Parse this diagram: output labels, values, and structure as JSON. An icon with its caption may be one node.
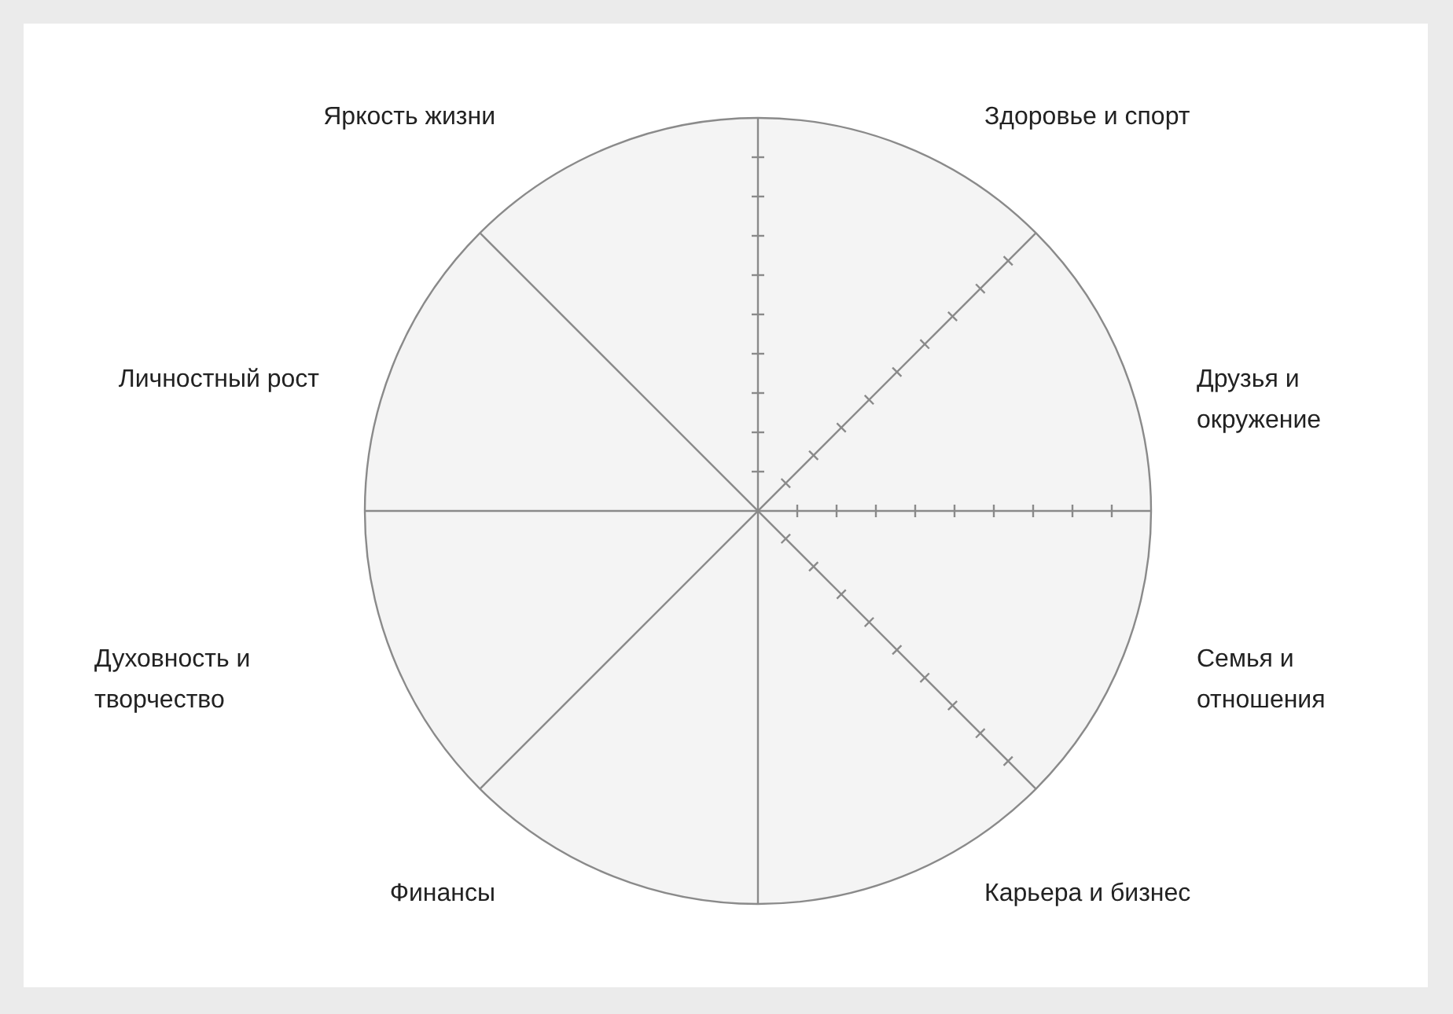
{
  "diagram": {
    "labels": [
      "Яркость жизни",
      "Здоровье и спорт",
      "Личностный рост",
      "Друзья и окружение",
      "Духовность и творчество",
      "Семья и отношения",
      "Финансы",
      "Карьера и бизнес"
    ]
  }
}
